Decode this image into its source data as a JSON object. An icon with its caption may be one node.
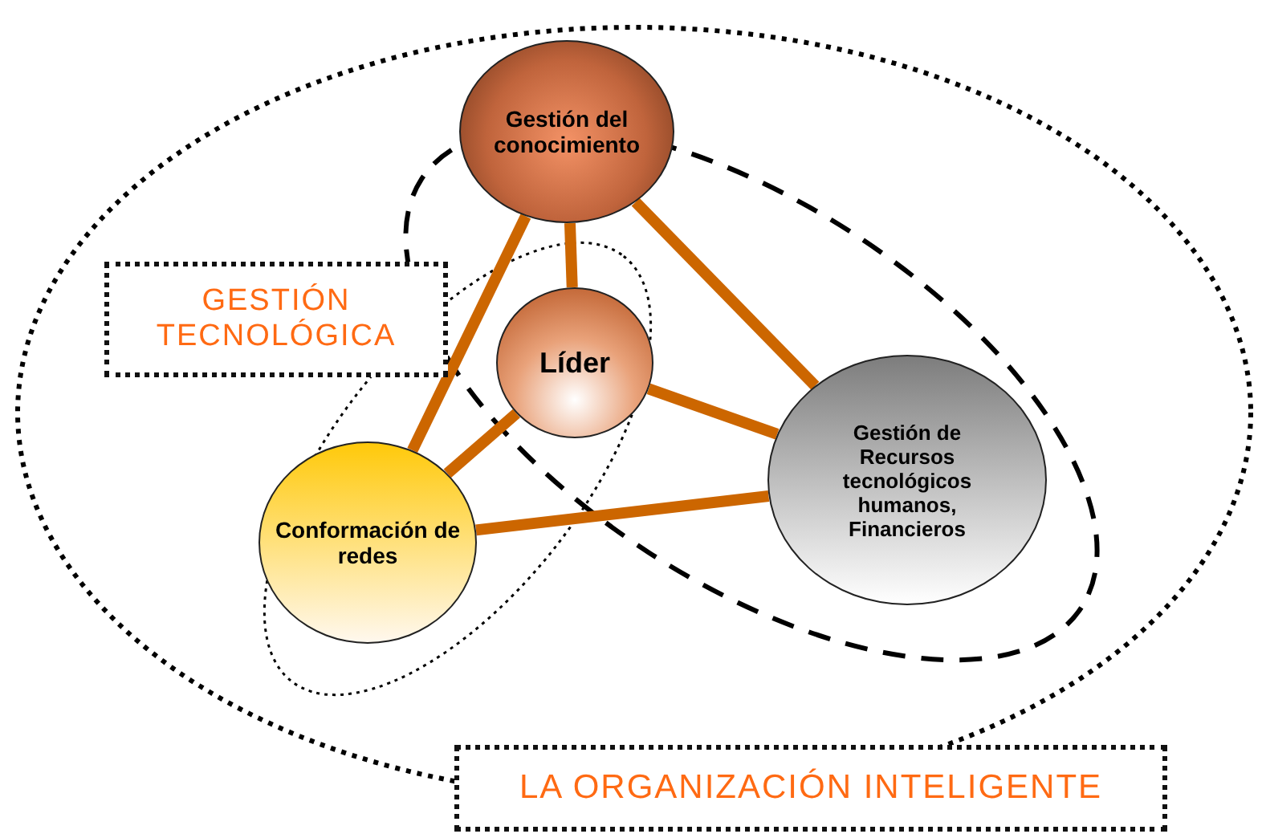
{
  "diagram": {
    "nodes": [
      {
        "text": [
          "LA ORGANIZACIÓN INTELIGENTE"
        ]
      },
      {
        "text": [
          "GESTIÓN TECNOLÓGICA"
        ]
      },
      {
        "text": [
          "Gestión del conocimiento"
        ]
      },
      {
        "text": [
          "Líder"
        ]
      },
      {
        "text": [
          "Gestión de Recursos tecnológicos humanos, Financieros"
        ]
      },
      {
        "text": [
          "Conformación de redes"
        ]
      }
    ],
    "edges": [
      {
        "from": 2,
        "to": 3,
        "arrow": "none",
        "color": "#cc6600"
      },
      {
        "from": 2,
        "to": 5,
        "arrow": "none",
        "color": "#cc6600"
      },
      {
        "from": 2,
        "to": 4,
        "arrow": "none",
        "color": "#cc6600"
      },
      {
        "from": 3,
        "to": 4,
        "arrow": "none",
        "color": "#cc6600"
      },
      {
        "from": 3,
        "to": 5,
        "arrow": "none",
        "color": "#cc6600"
      },
      {
        "from": 5,
        "to": 4,
        "arrow": "none",
        "color": "#cc6600"
      }
    ]
  }
}
